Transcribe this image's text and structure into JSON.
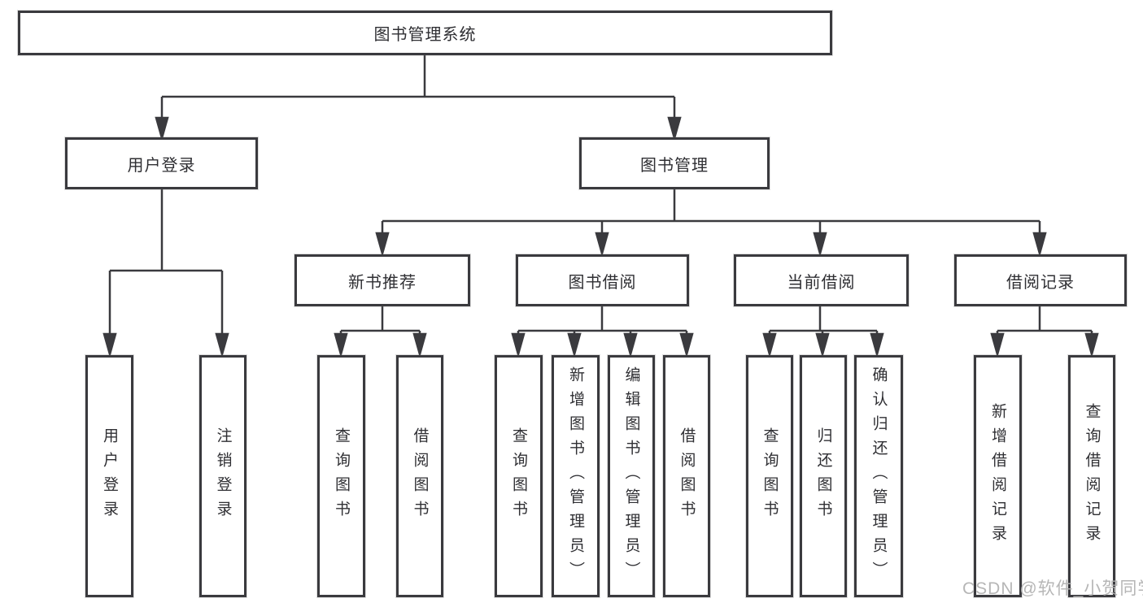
{
  "root": {
    "label": "图书管理系统"
  },
  "user_login": {
    "label": "用户登录",
    "children": [
      {
        "label": "用户登录"
      },
      {
        "label": "注销登录"
      }
    ]
  },
  "book_management": {
    "label": "图书管理",
    "sections": [
      {
        "label": "新书推荐",
        "children": [
          {
            "label": "查询图书"
          },
          {
            "label": "借阅图书"
          }
        ]
      },
      {
        "label": "图书借阅",
        "children": [
          {
            "label": "查询图书"
          },
          {
            "label": "新增图书（管理员）"
          },
          {
            "label": "编辑图书（管理员）"
          },
          {
            "label": "借阅图书"
          }
        ]
      },
      {
        "label": "当前借阅",
        "children": [
          {
            "label": "查询图书"
          },
          {
            "label": "归还图书"
          },
          {
            "label": "确认归还（管理员）"
          }
        ]
      },
      {
        "label": "借阅记录",
        "children": [
          {
            "label": "新增借阅记录"
          },
          {
            "label": "查询借阅记录"
          }
        ]
      }
    ]
  },
  "watermark": {
    "text": "CSDN @软件_小贺同学"
  },
  "colors": {
    "line": "#3a3a3e",
    "box_border": "#3a3a3e",
    "text": "#2f2f33",
    "watermark": "#b2b2b2",
    "background": "#ffffff"
  }
}
